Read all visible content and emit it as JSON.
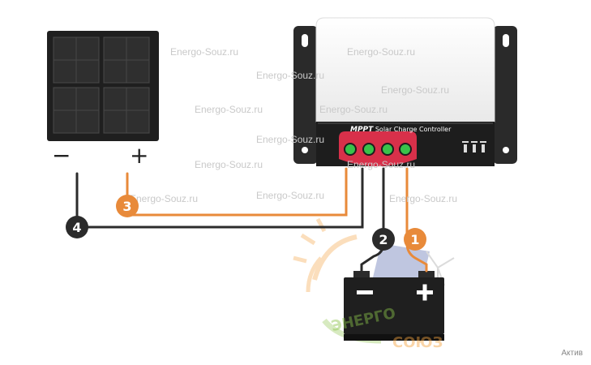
{
  "watermark": {
    "text": "Energo-Souz.ru"
  },
  "solar_panel": {
    "negative_sign": "−",
    "positive_sign": "+"
  },
  "controller": {
    "brand": "MPPT",
    "label": "Solar Charge Controller"
  },
  "wires": {
    "labels": [
      "1",
      "2",
      "3",
      "4"
    ]
  },
  "logo": {
    "line1": "ЭНЕРГО",
    "line2": "СОЮЗ"
  },
  "battery": {
    "negative_sign": "−",
    "positive_sign": "+"
  },
  "corner_text": "Актив",
  "colors": {
    "dark_wire": "#2b2b2b",
    "orange_wire": "#e88a3a",
    "controller_red": "#d8304a",
    "terminal_green": "#39c24a"
  }
}
